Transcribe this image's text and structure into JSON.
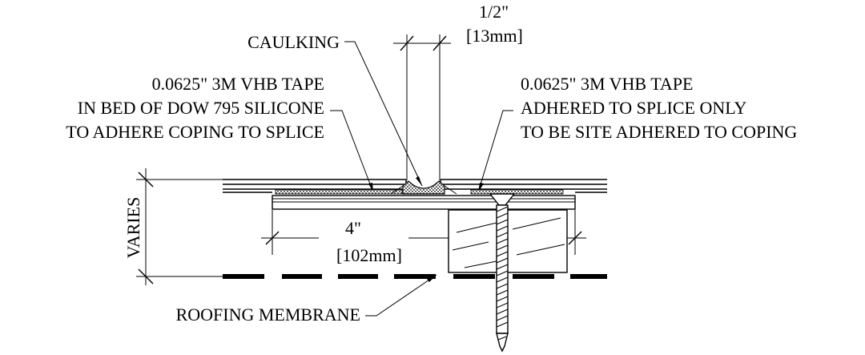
{
  "labels": {
    "caulking": "CAULKING",
    "gap_dim_in": "1/2\"",
    "gap_dim_mm": "[13mm]",
    "left_note": [
      "0.0625\" 3M VHB TAPE",
      "IN BED OF DOW 795 SILICONE",
      "TO ADHERE COPING TO SPLICE"
    ],
    "right_note": [
      "0.0625\" 3M VHB TAPE",
      "ADHERED TO SPLICE ONLY",
      "TO BE SITE ADHERED TO COPING"
    ],
    "splice_dim_in": "4\"",
    "splice_dim_mm": "[102mm]",
    "height_dim": "VARIES",
    "roofing": "ROOFING MEMBRANE"
  }
}
